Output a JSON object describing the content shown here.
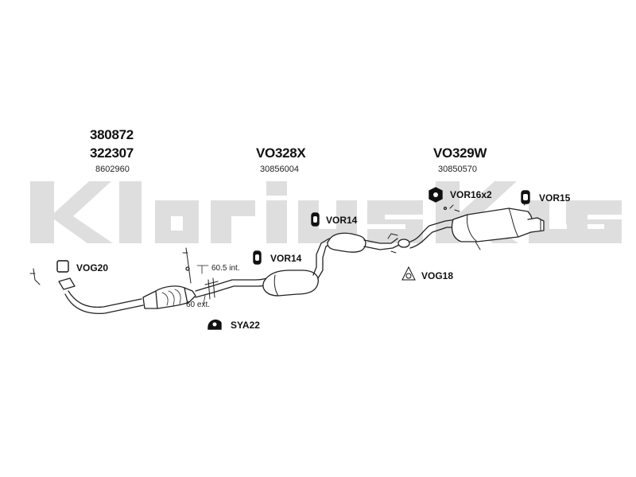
{
  "watermark": {
    "text": "Klarius",
    "color": "#dcdcdc"
  },
  "groups": {
    "front": {
      "part1": "380872",
      "part2": "322307",
      "ref": "8602960"
    },
    "center": {
      "part": "VO328X",
      "ref": "30856004"
    },
    "rear": {
      "part": "VO329W",
      "ref": "30850570"
    }
  },
  "fittings": {
    "vog20": "VOG20",
    "vor14_upper": "VOR14",
    "vor14_lower": "VOR14",
    "vor16": "VOR16x2",
    "vor15": "VOR15",
    "vog18": "VOG18",
    "sya22": "SYA22"
  },
  "dimensions": {
    "int": "60.5 int.",
    "ext": "60 ext."
  }
}
